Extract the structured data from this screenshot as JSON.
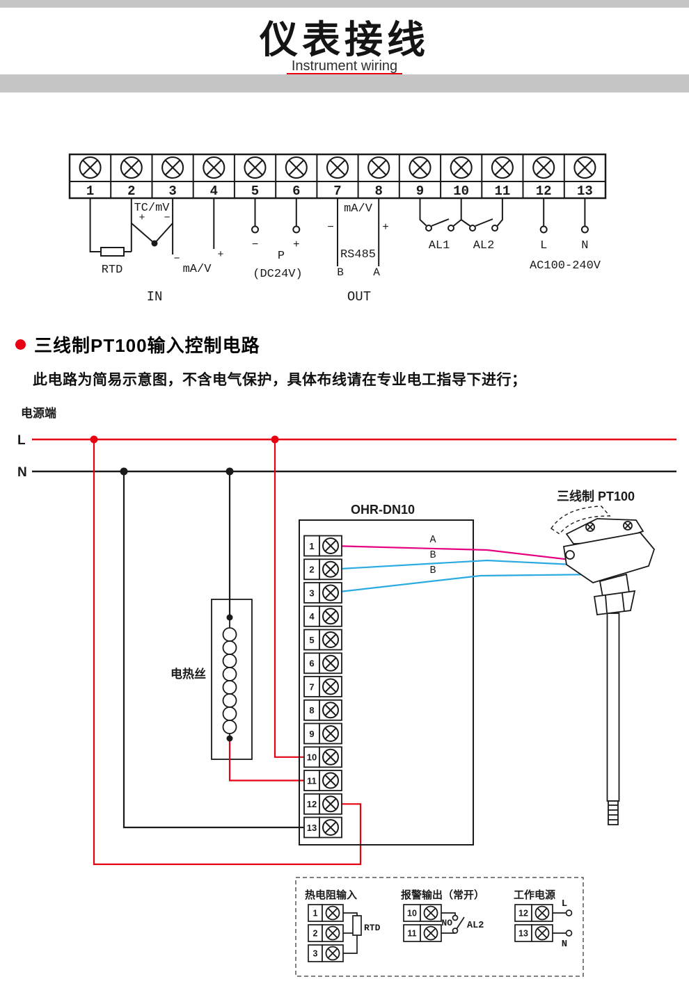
{
  "colors": {
    "accent_red": "#e60012",
    "wire_red": "#e60012",
    "wire_magenta": "#e4007f",
    "wire_blue": "#29abe2",
    "line_black": "#1a1a1a",
    "band_gray": "#c5c5c5"
  },
  "header": {
    "title": "仪表接线",
    "subtitle": "Instrument wiring"
  },
  "terminals": [
    "1",
    "2",
    "3",
    "4",
    "5",
    "6",
    "7",
    "8",
    "9",
    "10",
    "11",
    "12",
    "13"
  ],
  "top_block": {
    "tc_label": "TC/mV",
    "plus": "+",
    "minus": "−",
    "rtd": "RTD",
    "ma_v": "mA/V",
    "in_label": "IN",
    "p_label": "P",
    "dc24v": "(DC24V)",
    "rs485": "RS485",
    "b": "B",
    "a": "A",
    "out_label": "OUT",
    "al1": "AL1",
    "al2": "AL2",
    "l": "L",
    "n": "N",
    "ac_range": "AC100-240V"
  },
  "section": {
    "title": "三线制PT100输入控制电路",
    "warning": "此电路为简易示意图，不含电气保护，具体布线请在专业电工指导下进行；"
  },
  "circuit": {
    "power_label": "电源端",
    "l": "L",
    "n": "N",
    "device": "OHR-DN10",
    "sensor": "三线制 PT100",
    "heater": "电热丝",
    "wire_a": "A",
    "wire_b": "B"
  },
  "legend": {
    "rtd_title": "热电阻输入",
    "rtd_label": "RTD",
    "alarm_title": "报警输出（常开）",
    "no_label": "NO",
    "al2_label": "AL2",
    "power_title": "工作电源",
    "l_label": "L",
    "n_label": "N"
  }
}
